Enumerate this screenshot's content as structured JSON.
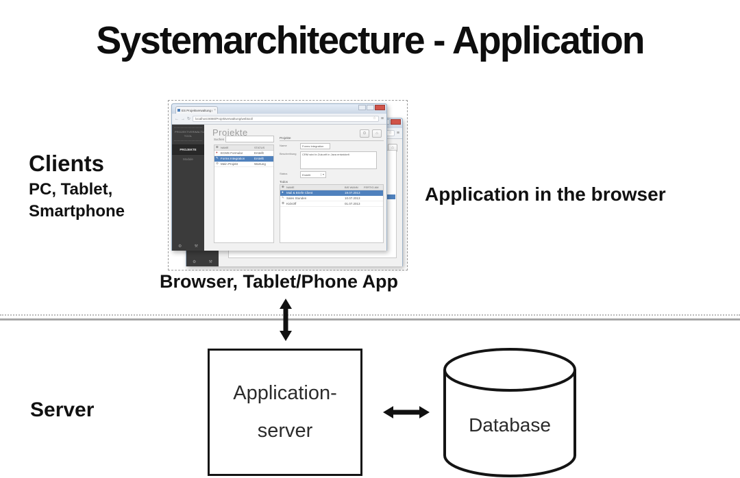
{
  "title": "Systemarchitecture - Application",
  "left_labels": {
    "clients_heading": "Clients",
    "clients_sub1": "PC, Tablet,",
    "clients_sub2": "Smartphone",
    "server_heading": "Server"
  },
  "annotations": {
    "app_in_browser": "Application in the browser",
    "browser_caption": "Browser, Tablet/Phone App"
  },
  "server_section": {
    "app_server_line1": "Application-",
    "app_server_line2": "server",
    "database_label": "Database"
  },
  "browser": {
    "tab_title": "ES Projektverwaltung (admi",
    "url": "localhost:8080/Projektverwaltung/webtool/",
    "sidebar": {
      "brand": "PROJEKTVERWALTUNG TOOL",
      "nav_projekte": "PROJEKTE",
      "nav_module": "Module"
    },
    "page": {
      "title": "Projekte",
      "search_label": "Suchen",
      "list_headers": {
        "name": "NAME",
        "status": "STATUS"
      },
      "list_rows": [
        {
          "name": "ECMS Formular",
          "status": "Erstellt"
        },
        {
          "name": "Forms Integration",
          "status": "Erstellt"
        },
        {
          "name": "Mein Projekt",
          "status": "Wartung"
        }
      ],
      "detail": {
        "legend": "Projekte",
        "name_label": "Name",
        "name_value": "Forms Integration",
        "description_label": "Beschreibung",
        "description_value": "CRM wird in Zukunft in Java entwickelt",
        "status_label": "Status",
        "status_value": "Erstellt",
        "todos_label": "Todos",
        "todo_headers": {
          "name": "NAME",
          "due": "BIS WANN",
          "done": "FERTIG AM"
        },
        "todo_rows": [
          {
            "name": "Mail & Briefe Client",
            "due": "19.07.2013"
          },
          {
            "name": "Sales Stunden",
            "due": "10.07.2013"
          },
          {
            "name": "KickOff",
            "due": "01.07.2013"
          }
        ]
      }
    }
  },
  "icons": {
    "back": "←",
    "forward": "→",
    "reload": "↻",
    "bookmark_star": "☆",
    "menu": "≡",
    "tab_close": "×",
    "circle_button": "⊙",
    "home": "⌂",
    "settings_gear": "⚙",
    "tools_wrench": "⚒",
    "add_plus": "⊕",
    "red_marker": "●",
    "edit_pencil": "✎",
    "maintenance_gear": "⚙",
    "dropdown_arrow": "▾"
  },
  "colors": {
    "selection_blue": "#4f81bd",
    "sidebar_dark": "#3b3b3b",
    "divider_gray": "#a6a6a6",
    "close_button_red": "#d0544a"
  }
}
